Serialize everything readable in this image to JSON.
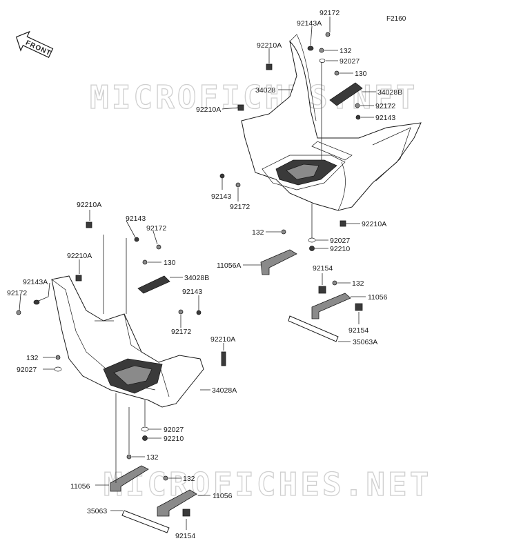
{
  "diagram_code": "F2160",
  "watermark_text": "MICROFICHES.NET",
  "front_label": "FRONT",
  "labels": {
    "l92172_top": "92172",
    "l92143A_top": "92143A",
    "l92210A_top": "92210A",
    "l132_top": "132",
    "l92027_top": "92027",
    "l130_top": "130",
    "l34028": "34028",
    "l34028B_top": "34028B",
    "l92210A_top2": "92210A",
    "l92172_top2": "92172",
    "l92143_top2": "92143",
    "l92143_mid": "92143",
    "l92172_mid": "92172",
    "l92210A_right": "92210A",
    "l132_mid": "132",
    "l92027_mid": "92027",
    "l92210_mid": "92210",
    "l11056A": "11056A",
    "l92154_r1": "92154",
    "l132_r": "132",
    "l11056_r": "11056",
    "l92154_r2": "92154",
    "l35063A": "35063A",
    "l92210A_left1": "92210A",
    "l92143_left": "92143",
    "l92172_left": "92172",
    "l92210A_left2": "92210A",
    "l130_left": "130",
    "l92143A_left": "92143A",
    "l92172_left2": "92172",
    "l34028B_left": "34028B",
    "l92143_left2": "92143",
    "l92172_left3": "92172",
    "l92210A_left3": "92210A",
    "l132_left": "132",
    "l92027_left": "92027",
    "l34028A": "34028A",
    "l92027_bot": "92027",
    "l92210_bot": "92210",
    "l132_bot": "132",
    "l11056_bot": "11056",
    "l132_bot2": "132",
    "l11056_bot2": "11056",
    "l35063": "35063",
    "l92154_bot": "92154"
  }
}
